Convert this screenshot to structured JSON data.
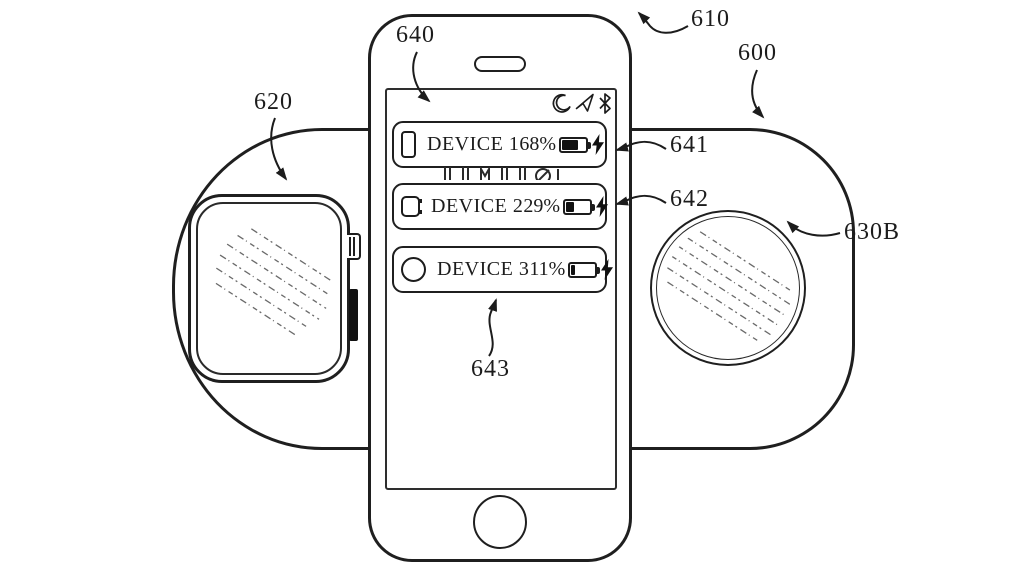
{
  "figure": {
    "kind": "patent-diagram",
    "description": "Wireless charging mat with phone, watch and round device; phone screen shows charging status of three devices",
    "background_color": "#ffffff",
    "line_color": "#1f1f1f"
  },
  "labels": {
    "mat": "600",
    "phone": "610",
    "watch": "620",
    "round_device": "630B",
    "screen_ui": "640",
    "row1": "641",
    "row2": "642",
    "row3": "643"
  },
  "status_bar": {
    "icons": [
      "do-not-disturb-moon",
      "location-arrow",
      "bluetooth"
    ]
  },
  "screen": {
    "rows": [
      {
        "device_icon": "phone-icon",
        "name": "DEVICE 1",
        "percent_text": "68%",
        "percent": 62,
        "charge_icon": "lightning-bolt"
      },
      {
        "device_icon": "watch-icon",
        "name": "DEVICE 2",
        "percent_text": "29%",
        "percent": 30,
        "charge_icon": "lightning-bolt"
      },
      {
        "device_icon": "round-device-icon",
        "name": "DEVICE 3",
        "percent_text": "11%",
        "percent": 14,
        "charge_icon": "lightning-bolt"
      }
    ]
  }
}
